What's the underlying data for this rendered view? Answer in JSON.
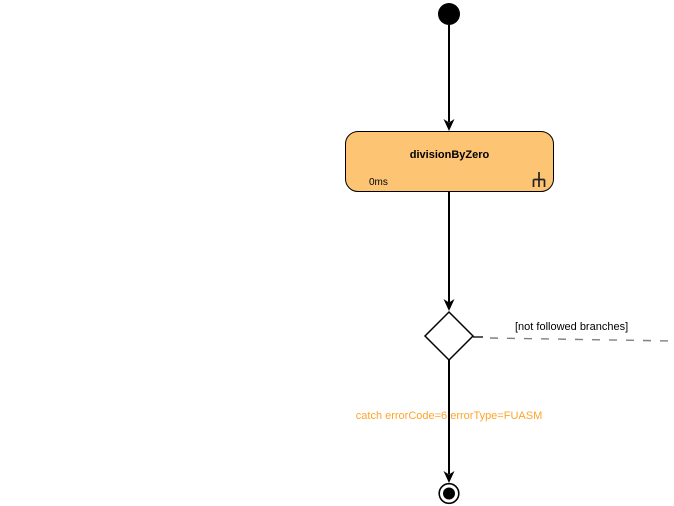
{
  "diagram": {
    "activity": {
      "title": "divisionByZero",
      "duration": "0ms",
      "expand_icon": "rake-icon"
    },
    "decision": {
      "branch_note": "[not followed branches]"
    },
    "transition": {
      "catch_label": "catch errorCode=6;errorType=FUASM"
    },
    "colors": {
      "activity_fill": "#FCC473",
      "activity_border": "#000000",
      "line": "#000000",
      "dashed_line": "#7F7F7F",
      "catch_text": "#FFA428",
      "node_fill": "#000000"
    }
  }
}
